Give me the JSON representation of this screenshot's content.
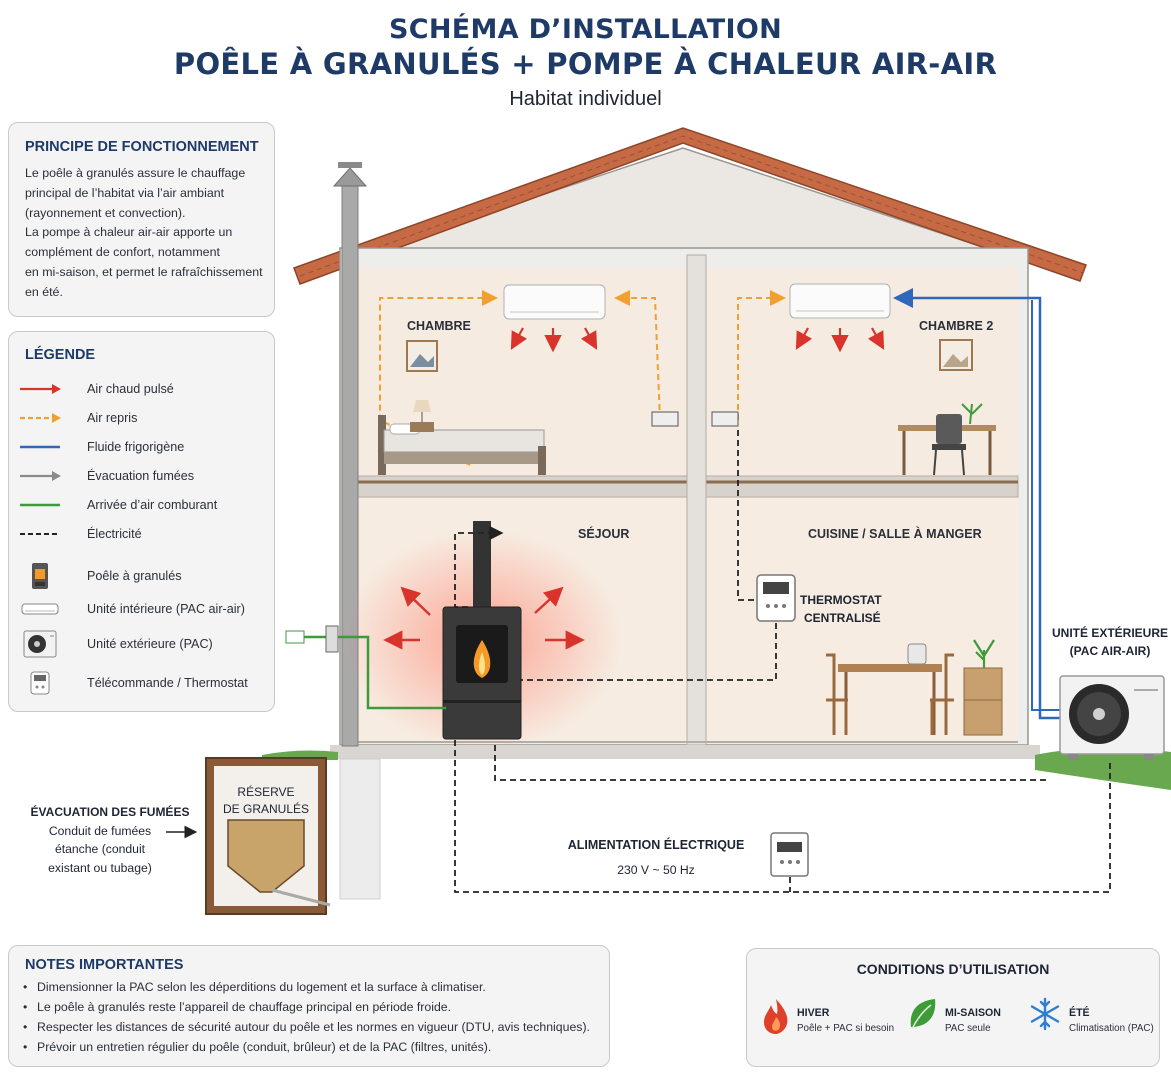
{
  "header": {
    "title_line1": "SCHÉMA D’INSTALLATION",
    "title_line2": "POÊLE À GRANULÉS + POMPE À CHALEUR AIR-AIR",
    "subtitle": "Habitat individuel"
  },
  "principle": {
    "title": "PRINCIPE DE FONCTIONNEMENT",
    "lines": [
      "Le poêle à granulés assure le chauffage",
      "principal de l’habitat via l’air ambiant",
      "(rayonnement et convection).",
      "La pompe à chaleur air-air apporte un",
      "complément de confort, notamment",
      "en mi-saison, et permet le rafraîchissement",
      "en été."
    ]
  },
  "legend": {
    "title": "LÉGENDE",
    "items": [
      {
        "label": "Air chaud pulsé",
        "icon": "red-arrow-icon",
        "color": "#d9342b"
      },
      {
        "label": "Air repris",
        "icon": "orange-dashed-arrow-icon",
        "color": "#f0a030"
      },
      {
        "label": "Fluide frigorigène",
        "icon": "blue-line-icon",
        "color": "#2f68b8"
      },
      {
        "label": "Évacuation fumées",
        "icon": "gray-arrow-icon",
        "color": "#8a8a8a"
      },
      {
        "label": "Arrivée d’air comburant",
        "icon": "green-line-icon",
        "color": "#3f9a3a"
      },
      {
        "label": "Électricité",
        "icon": "black-dashed-line-icon",
        "color": "#222222"
      },
      {
        "label": "Poêle à granulés",
        "icon": "pellet-stove-icon"
      },
      {
        "label": "Unité intérieure (PAC air-air)",
        "icon": "indoor-unit-icon"
      },
      {
        "label": "Unité extérieure (PAC)",
        "icon": "outdoor-unit-icon"
      },
      {
        "label": "Télécommande / Thermostat",
        "icon": "thermostat-icon"
      }
    ]
  },
  "rooms": {
    "chambre": "CHAMBRE",
    "chambre2": "CHAMBRE 2",
    "sejour": "SÉJOUR",
    "cuisine": "CUISINE / SALLE À MANGER"
  },
  "thermostat": {
    "line1": "THERMOSTAT",
    "line2": "CENTRALISÉ"
  },
  "outdoor_unit": {
    "line1": "UNITÉ EXTÉRIEURE",
    "line2": "(PAC AIR-AIR)"
  },
  "pellet_reserve": {
    "line1": "RÉSERVE",
    "line2": "DE GRANULÉS"
  },
  "fumes": {
    "title": "ÉVACUATION DES FUMÉES",
    "lines": [
      "Conduit de fumées",
      "étanche (conduit",
      "existant ou tubage)"
    ]
  },
  "power": {
    "title": "ALIMENTATION ÉLECTRIQUE",
    "value": "230 V ~ 50 Hz"
  },
  "notes": {
    "title": "NOTES IMPORTANTES",
    "items": [
      "Dimensionner la PAC selon les déperditions du logement et la surface à climatiser.",
      "Le poêle à granulés reste l’appareil de chauffage principal en période froide.",
      "Respecter les distances de sécurité autour du poêle et les normes en vigueur (DTU, avis techniques).",
      "Prévoir un entretien régulier du poêle (conduit, brûleur) et de la PAC (filtres, unités)."
    ]
  },
  "conditions": {
    "title": "CONDITIONS D’UTILISATION",
    "items": [
      {
        "label": "HIVER",
        "sub": "Poêle + PAC si besoin",
        "icon": "flame-icon",
        "color": "#e0402a"
      },
      {
        "label": "MI-SAISON",
        "sub": "PAC seule",
        "icon": "leaf-icon",
        "color": "#3f9a3a"
      },
      {
        "label": "ÉTÉ",
        "sub": "Climatisation (PAC)",
        "icon": "snowflake-icon",
        "color": "#2f7fd0"
      }
    ]
  },
  "colors": {
    "title": "#1e3a66",
    "hot_air": "#d9342b",
    "return_air": "#f0a030",
    "refrigerant": "#2f68b8",
    "flue": "#8a8a8a",
    "combustion_air": "#3f9a3a",
    "electric": "#222222"
  }
}
